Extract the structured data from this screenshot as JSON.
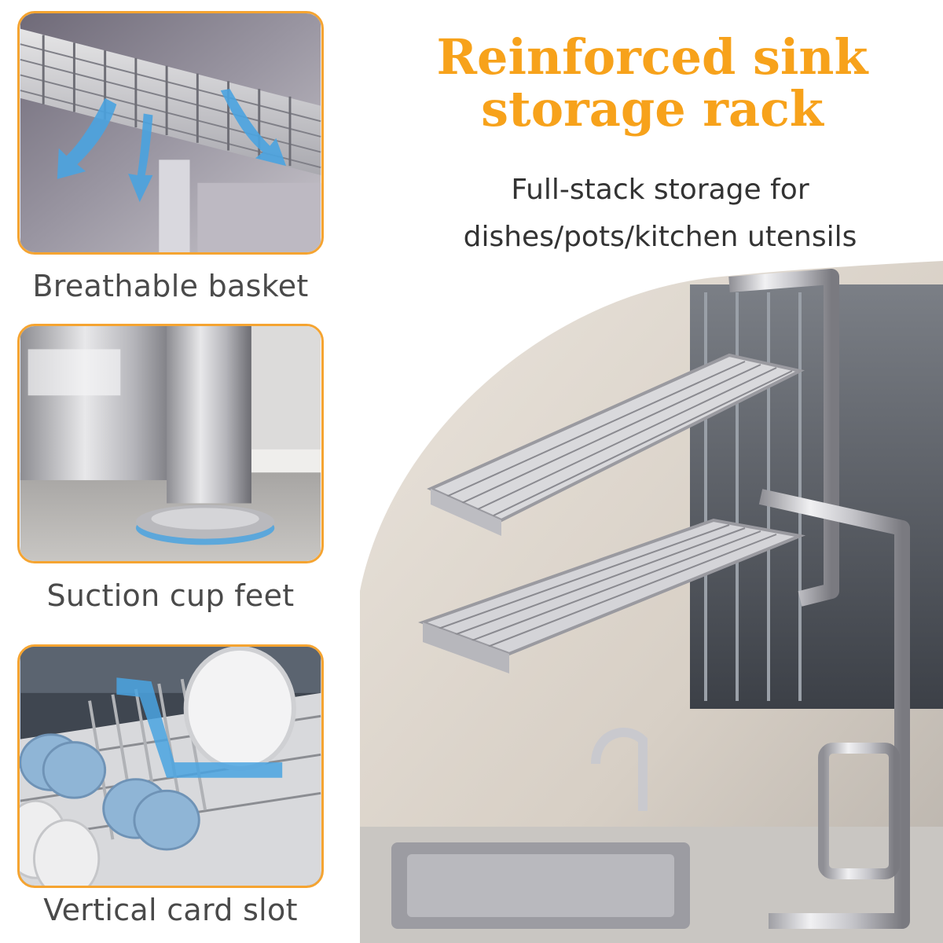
{
  "title": {
    "line1": "Reinforced sink",
    "line2": "storage rack"
  },
  "subtitle": {
    "line1": "Full-stack storage for",
    "line2": "dishes/pots/kitchen utensils"
  },
  "features": [
    {
      "caption": "Breathable basket",
      "icon": "airflow-arrows-icon"
    },
    {
      "caption": "Suction cup feet",
      "icon": "suction-cup-icon"
    },
    {
      "caption": "Vertical card slot",
      "icon": "dish-slot-icon"
    }
  ],
  "colors": {
    "accent": "#f7a21b",
    "panel_border": "#f5a431",
    "caption_text": "#4a4a4a",
    "highlight_blue": "#4aa3e0"
  }
}
